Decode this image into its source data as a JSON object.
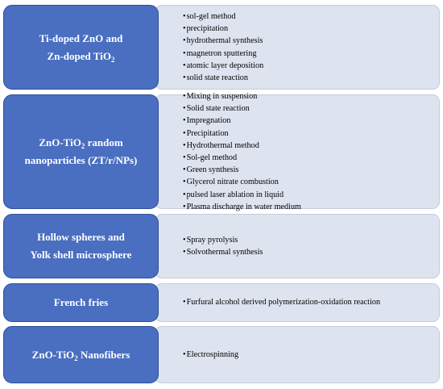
{
  "rows": [
    {
      "title_lines": [
        {
          "text": "Ti-doped ZnO and",
          "sub": "",
          "after": ""
        },
        {
          "text": "Zn-doped TiO",
          "sub": "2",
          "after": ""
        }
      ],
      "items": [
        "sol-gel method",
        "precipitation",
        "hydrothermal synthesis",
        "magnetron sputtering",
        "atomic layer deposition",
        "solid state reaction"
      ]
    },
    {
      "title_lines": [
        {
          "text": "ZnO-TiO",
          "sub": "2",
          "after": " random"
        },
        {
          "text": "nanoparticles (ZT/r/NPs)",
          "sub": "",
          "after": ""
        }
      ],
      "items": [
        "Mixing in suspension",
        "Solid state reaction",
        "Impregnation",
        "Precipitation",
        "Hydrothermal method",
        "Sol-gel method",
        "Green synthesis",
        "Glycerol nitrate combustion",
        "pulsed laser ablation in liquid",
        "Plasma discharge in water medium"
      ]
    },
    {
      "title_lines": [
        {
          "text": "Hollow spheres and",
          "sub": "",
          "after": ""
        },
        {
          "text": "Yolk shell microsphere",
          "sub": "",
          "after": ""
        }
      ],
      "items": [
        "Spray pyrolysis",
        "Solvothermal synthesis"
      ]
    },
    {
      "title_lines": [
        {
          "text": "French fries",
          "sub": "",
          "after": ""
        }
      ],
      "items": [
        "Furfural alcohol derived polymerization-oxidation reaction"
      ]
    },
    {
      "title_lines": [
        {
          "text": "ZnO-TiO",
          "sub": "2",
          "after": " Nanofibers"
        }
      ],
      "items": [
        "Electrospinning"
      ]
    }
  ]
}
